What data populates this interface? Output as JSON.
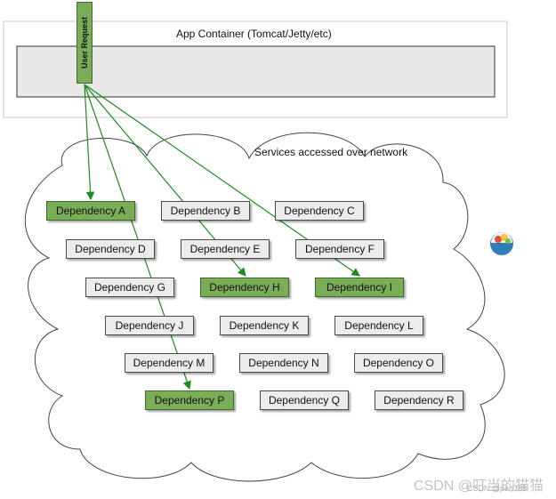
{
  "app_container": {
    "title": "App Container (Tomcat/Jetty/etc)"
  },
  "user_request": {
    "label": "User Request"
  },
  "network": {
    "title": "Services accessed over network"
  },
  "dependencies": [
    {
      "label": "Dependency A",
      "highlighted": true
    },
    {
      "label": "Dependency B",
      "highlighted": false
    },
    {
      "label": "Dependency C",
      "highlighted": false
    },
    {
      "label": "Dependency D",
      "highlighted": false
    },
    {
      "label": "Dependency E",
      "highlighted": false
    },
    {
      "label": "Dependency F",
      "highlighted": false
    },
    {
      "label": "Dependency G",
      "highlighted": false
    },
    {
      "label": "Dependency H",
      "highlighted": true
    },
    {
      "label": "Dependency I",
      "highlighted": true
    },
    {
      "label": "Dependency J",
      "highlighted": false
    },
    {
      "label": "Dependency K",
      "highlighted": false
    },
    {
      "label": "Dependency L",
      "highlighted": false
    },
    {
      "label": "Dependency M",
      "highlighted": false
    },
    {
      "label": "Dependency N",
      "highlighted": false
    },
    {
      "label": "Dependency O",
      "highlighted": false
    },
    {
      "label": "Dependency P",
      "highlighted": true
    },
    {
      "label": "Dependency Q",
      "highlighted": false
    },
    {
      "label": "Dependency R",
      "highlighted": false
    }
  ],
  "colors": {
    "highlight": "#7aad57",
    "node": "#ececec",
    "arrow": "#1f8a1f",
    "outline": "#4a4a4a"
  },
  "watermark": {
    "line1": "CSDN @叮当的猫猫",
    "line2": "CSDN @pan365"
  }
}
